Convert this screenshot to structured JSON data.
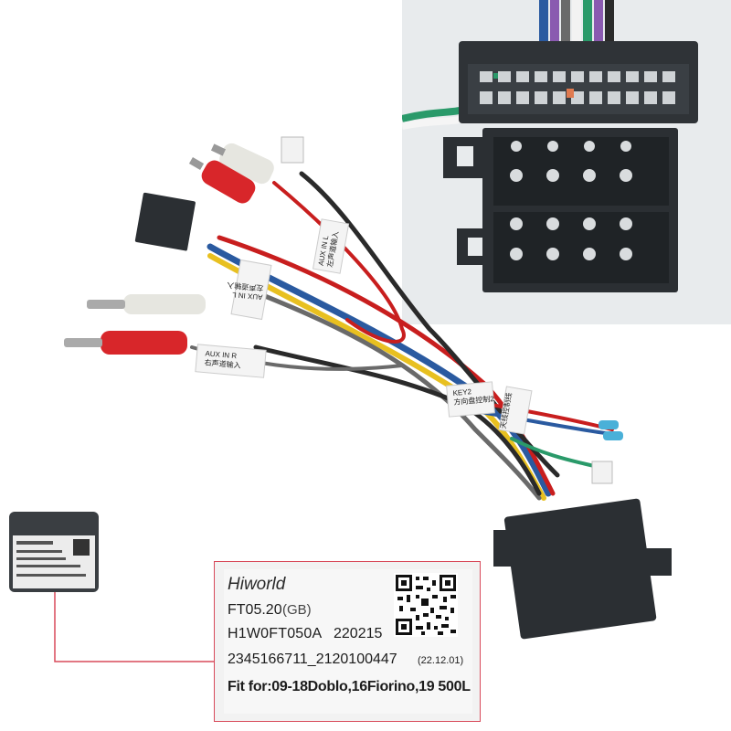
{
  "label": {
    "brand": "Hiworld",
    "model": "FT05.20",
    "model_suffix": "(GB)",
    "part_no": "H1W0FT050A",
    "date_code": "220215",
    "serial": "2345166711_2120100447",
    "revision": "(22.12.01)",
    "fitment": "Fit for:09-18Doblo,16Fiorino,19 500L"
  },
  "wire_tags": {
    "aux_r_left": "AUX IN R",
    "aux_r_left_cn": "右声道输入",
    "aux_l": "AUX IN L",
    "aux_l_cn": "左声道输入",
    "aux_upper": "AUX IN L",
    "aux_upper_cn": "左声道输入",
    "key2": "KEY2",
    "key2_cn": "方向盘控制2",
    "antenna_cn": "天线控制线"
  },
  "colors": {
    "label_border": "#d84a5a",
    "connector_black": "#2b2f33",
    "rca_red": "#d8262a",
    "rca_white": "#e6e6e0",
    "wire_blue": "#2a5aa0",
    "wire_yellow": "#e8c020",
    "wire_red": "#c81e1e"
  },
  "icons": {
    "qr_code": "qr-code-icon"
  }
}
